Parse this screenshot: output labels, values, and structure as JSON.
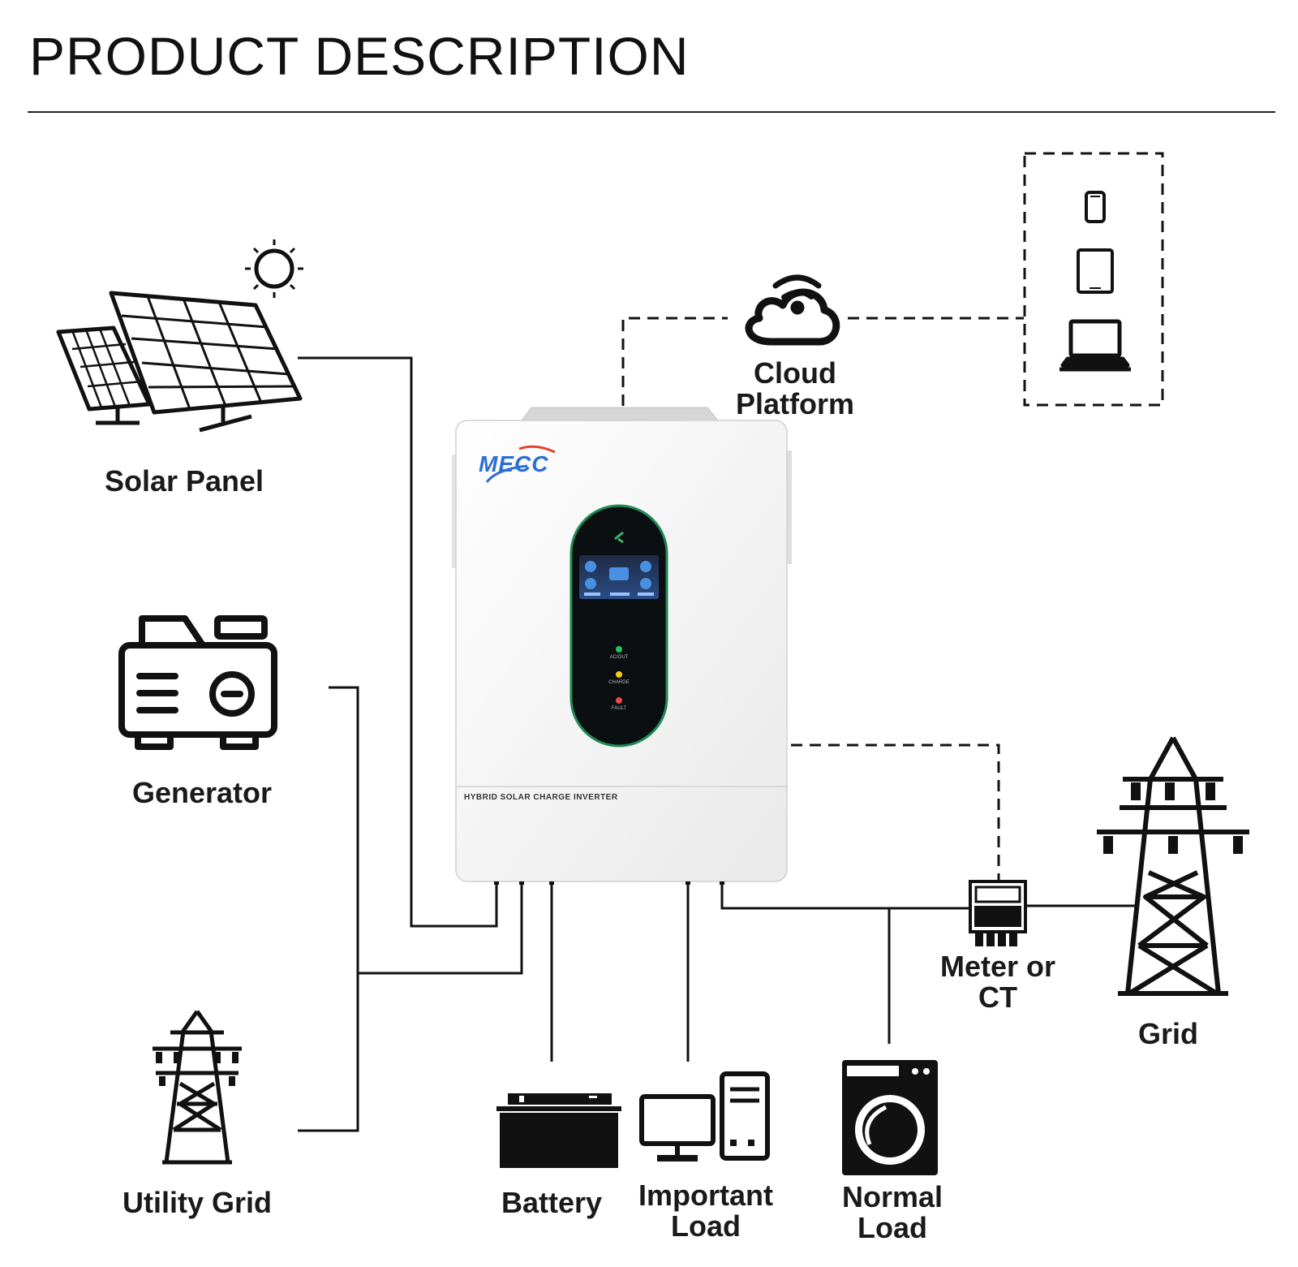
{
  "page": {
    "title": "PRODUCT DESCRIPTION"
  },
  "device": {
    "brand": "MECC",
    "strip_label": "HYBRID SOLAR CHARGE INVERTER",
    "leds": [
      {
        "label": "AC/OUT",
        "color": "#22c55e"
      },
      {
        "label": "CHARGE",
        "color": "#facc15"
      },
      {
        "label": "FAULT",
        "color": "#ef4444"
      }
    ]
  },
  "nodes": {
    "solar_panel": "Solar Panel",
    "generator": "Generator",
    "utility_grid": "Utility Grid",
    "cloud_platform": "Cloud Platform",
    "battery": "Battery",
    "important_load": "Important\nLoad",
    "normal_load": "Normal\nLoad",
    "meter": "Meter or CT",
    "grid": "Grid"
  },
  "colors": {
    "line": "#111111",
    "accent_green": "#1f8a55",
    "screen_blue": "#3b82f6",
    "brand_blue": "#2a6fd6"
  }
}
